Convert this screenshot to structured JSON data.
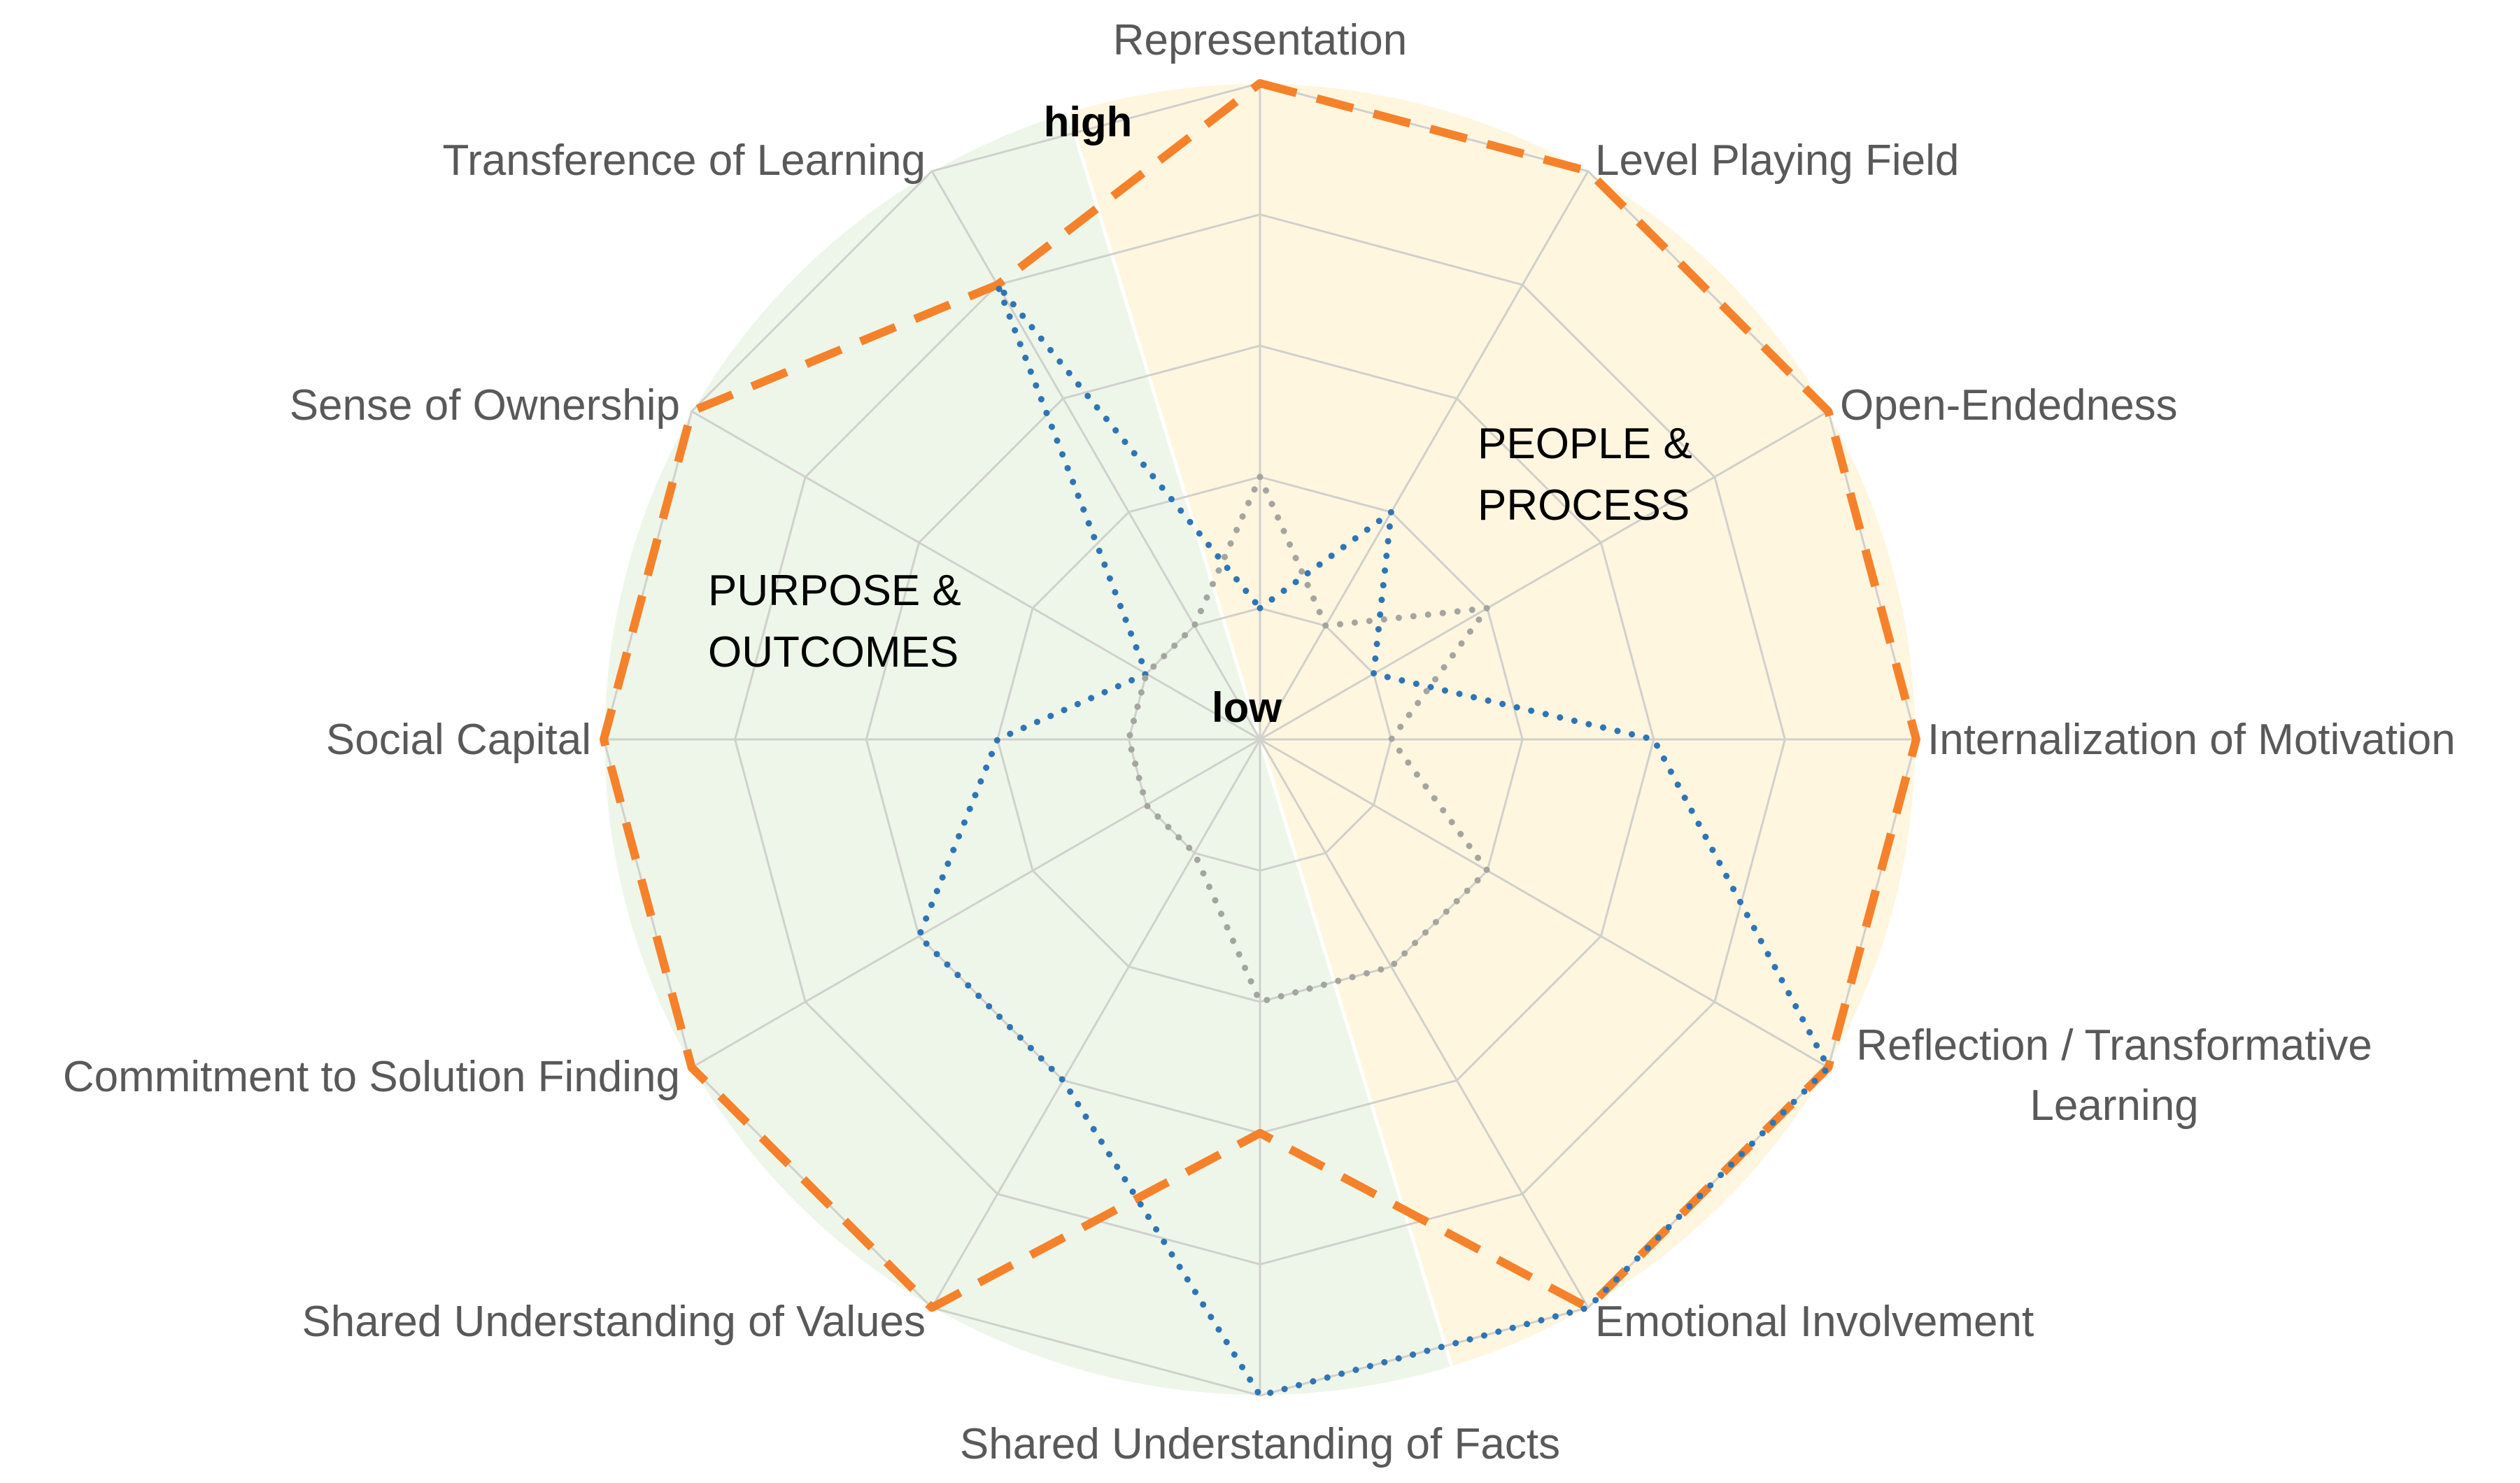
{
  "chart_data": {
    "type": "radar",
    "axes": [
      "Representation",
      "Level Playing Field",
      "Open-Endedness",
      "Internalization of Motivation",
      "Reflection / Transformative Learning",
      "Emotional Involvement",
      "Shared Understanding of Facts",
      "Shared Understanding of Values",
      "Commitment to Solution Finding",
      "Social Capital",
      "Sense of Ownership",
      "Transference of Learning"
    ],
    "axis_label_lines": [
      [
        "Representation"
      ],
      [
        "Level Playing Field"
      ],
      [
        "Open-Endedness"
      ],
      [
        "Internalization of Motivation"
      ],
      [
        "Reflection / Transformative",
        "Learning"
      ],
      [
        "Emotional Involvement"
      ],
      [
        "Shared Understanding of Facts"
      ],
      [
        "Shared Understanding of Values"
      ],
      [
        "Commitment to Solution Finding"
      ],
      [
        "Social Capital"
      ],
      [
        "Sense of Ownership"
      ],
      [
        "Transference of Learning"
      ]
    ],
    "rlim": [
      0,
      5
    ],
    "rings": 5,
    "scale_labels": {
      "low": "low",
      "high": "high"
    },
    "groups": [
      {
        "label_lines": [
          "PEOPLE &",
          "PROCESS"
        ],
        "color": "#fff6e0"
      },
      {
        "label_lines": [
          "PURPOSE &",
          "OUTCOMES"
        ],
        "color": "#eef6ea"
      }
    ],
    "series": [
      {
        "values": [
          5,
          5,
          5,
          5,
          5,
          5,
          3,
          5,
          5,
          5,
          5,
          4
        ],
        "color": "#f5822a",
        "style": "dashed"
      },
      {
        "values": [
          1,
          2,
          1,
          3,
          5,
          5,
          5,
          3,
          3,
          2,
          1,
          4
        ],
        "color": "#2e75b6",
        "style": "dotted"
      },
      {
        "values": [
          2,
          1,
          2,
          1,
          2,
          2,
          2,
          1,
          1,
          1,
          1,
          1
        ],
        "color": "#a5a5a0",
        "style": "dotted"
      }
    ]
  }
}
